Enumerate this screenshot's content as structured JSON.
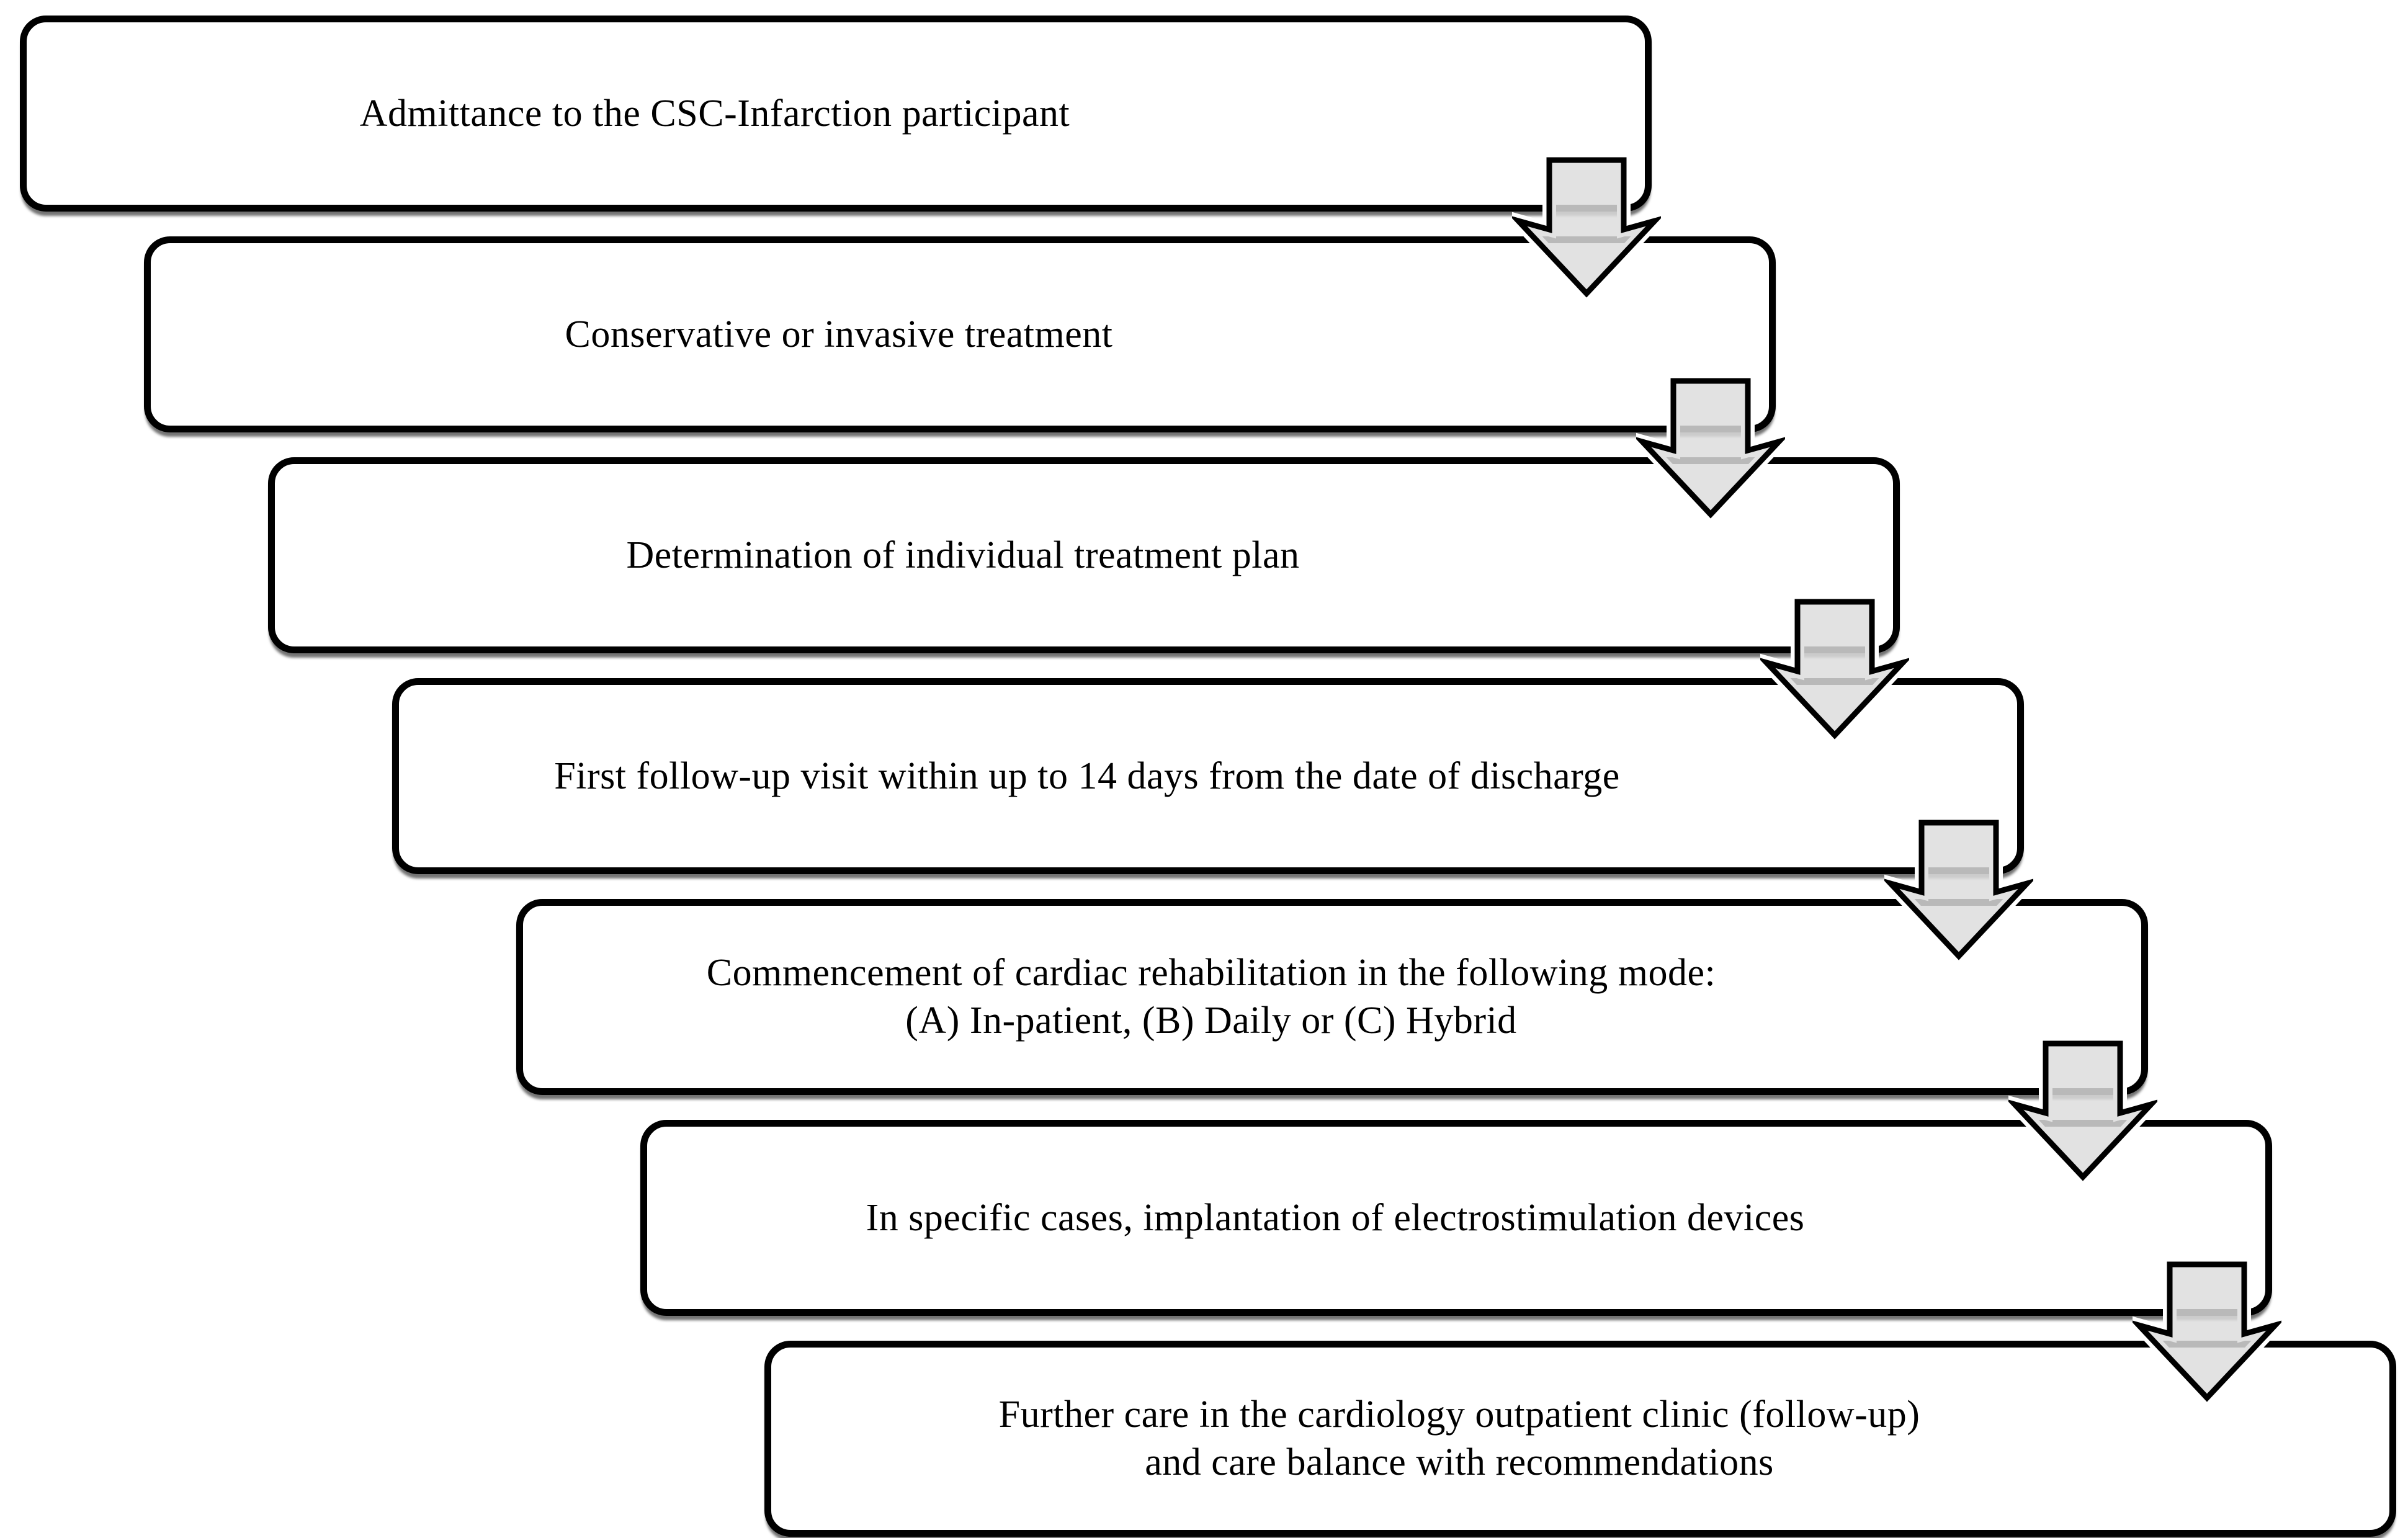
{
  "figure": {
    "type": "flowchart",
    "description": "Staircase flow diagram of cardiac care pathway; each step box is linked to the next by a gray block arrow pointing down.",
    "colors": {
      "background": "#ffffff",
      "box_fill": "#ffffff",
      "box_border": "#000000",
      "text_color": "#000000",
      "arrow_fill": "#dcdcdc",
      "arrow_outline": "#000000",
      "arrow_casing": "#ffffff"
    },
    "steps": [
      {
        "text": "Admittance to the CSC-Infarction participant"
      },
      {
        "text": "Conservative or invasive treatment"
      },
      {
        "text": "Determination of individual treatment plan"
      },
      {
        "text": "First follow-up visit within up to 14 days from the date of discharge"
      },
      {
        "text": "Commencement of cardiac rehabilitation in the following mode:\n(A) In-patient, (B) Daily or (C) Hybrid"
      },
      {
        "text": "In specific cases, implantation of electrostimulation devices"
      },
      {
        "text": "Further care in the cardiology outpatient clinic (follow-up)\nand care balance with recommendations"
      }
    ],
    "connector_icon": "down-arrow"
  }
}
